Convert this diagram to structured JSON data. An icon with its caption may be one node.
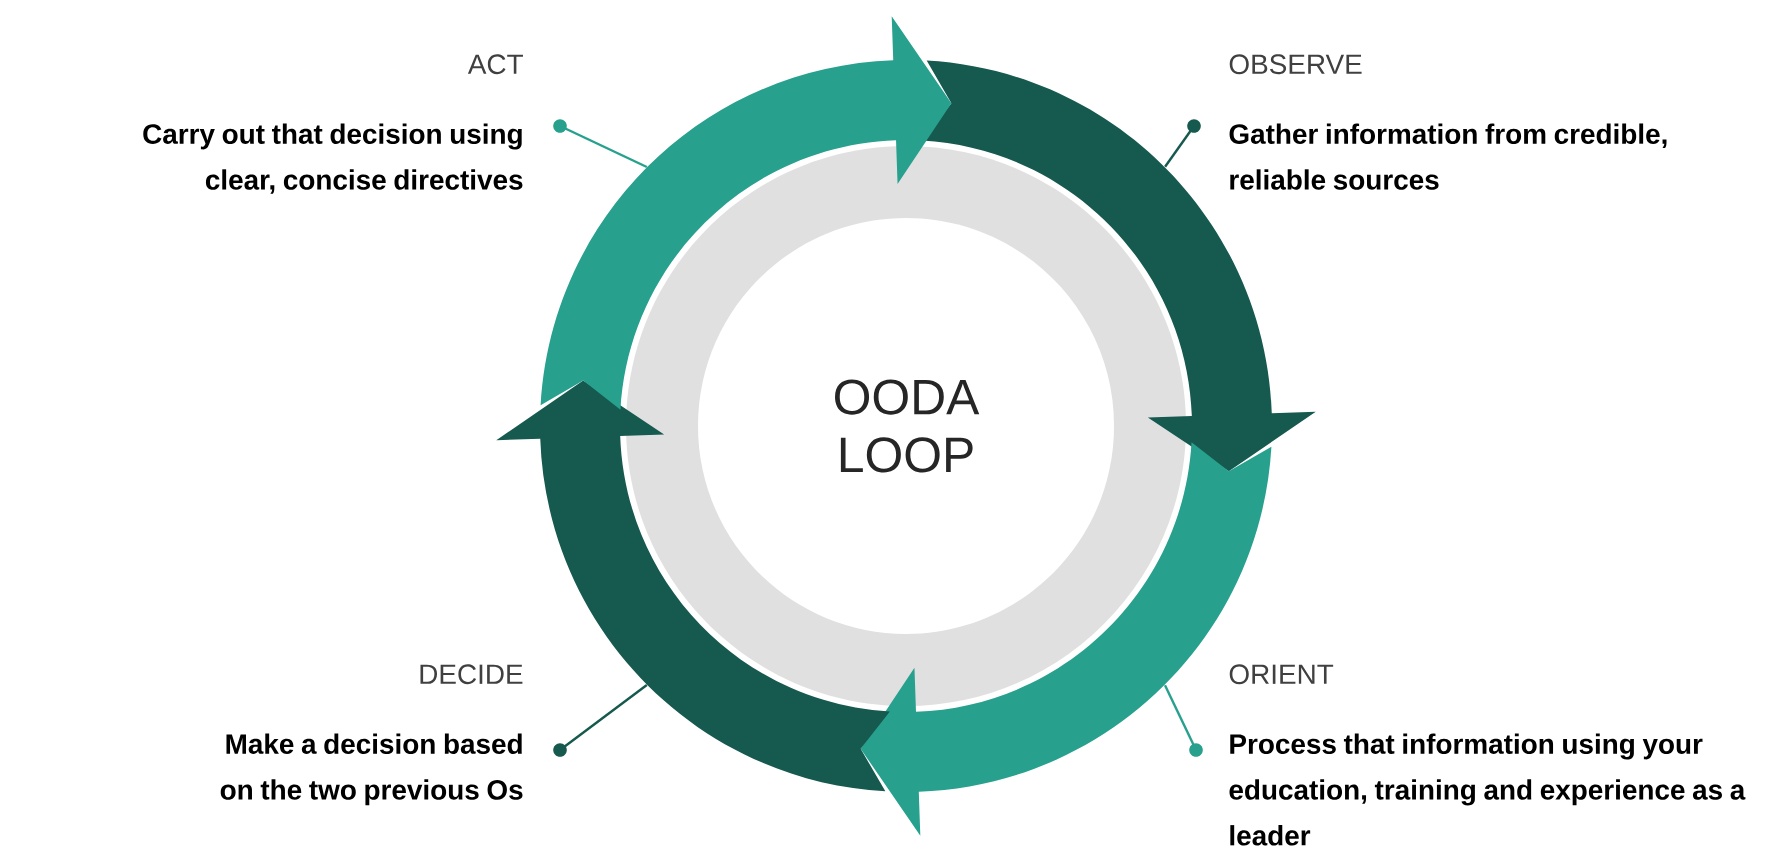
{
  "diagram": {
    "nodes": [
      {
        "text": [
          "OODA LOOP"
        ]
      },
      {
        "text": [],
        "shape": "arrow"
      },
      {
        "text": [],
        "shape": "arrow"
      },
      {
        "text": [],
        "shape": "arrow"
      },
      {
        "text": [],
        "shape": "arrow"
      },
      {
        "text": [
          "OBSERVE",
          "Gather information from credible, reliable sources"
        ]
      },
      {
        "text": [
          "ORIENT",
          "Process that information using your education, training and experience as a leader"
        ]
      },
      {
        "text": [
          "DECIDE",
          "Make a decision based on the two previous Os"
        ]
      },
      {
        "text": [
          "ACT",
          "Carry out that decision using clear, concise directives"
        ]
      }
    ],
    "edges": [
      {
        "from": 5,
        "to": 1,
        "arrow": "other"
      },
      {
        "from": 6,
        "to": 2,
        "arrow": "other"
      },
      {
        "from": 7,
        "to": 3,
        "arrow": "other"
      },
      {
        "from": 8,
        "to": 4,
        "arrow": "other"
      }
    ]
  }
}
